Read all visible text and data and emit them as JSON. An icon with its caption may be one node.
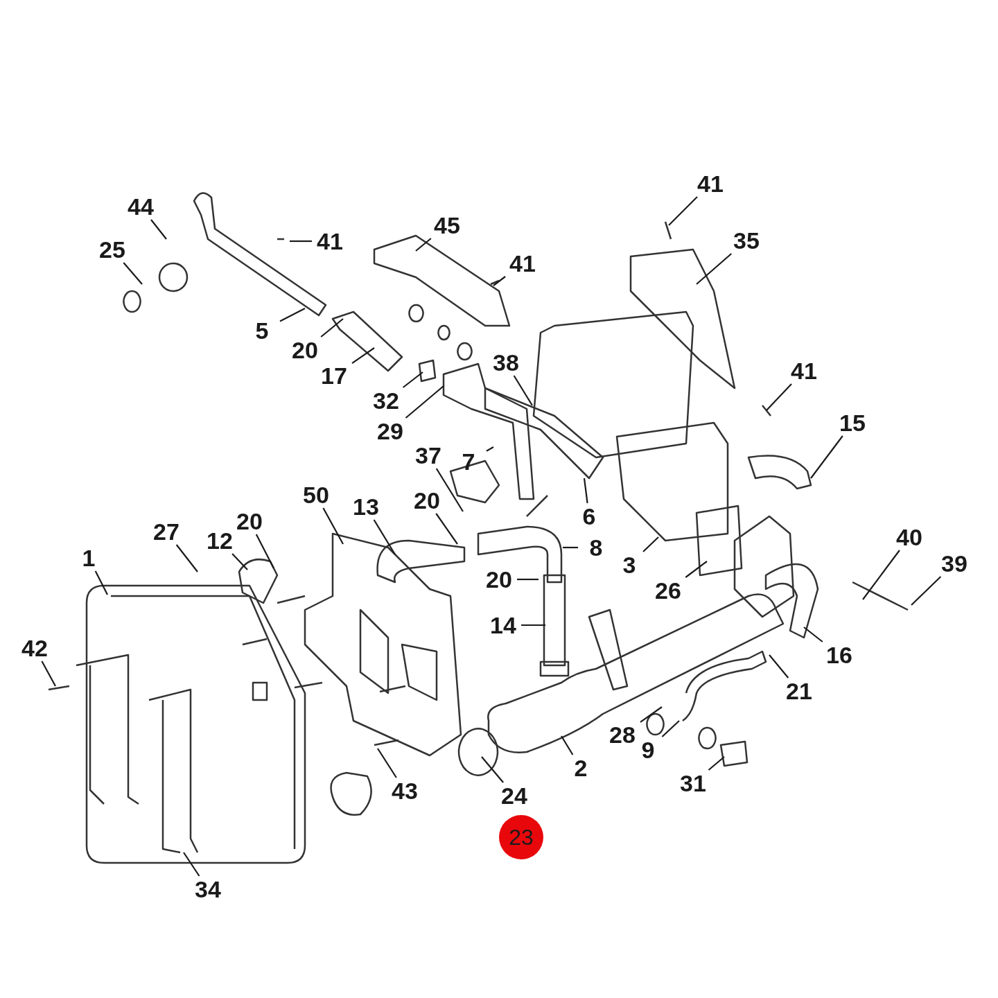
{
  "diagram": {
    "nodes": [
      {
        "text": [
          "41"
        ]
      },
      {
        "text": [
          "44"
        ]
      },
      {
        "text": [
          "45"
        ]
      },
      {
        "text": [
          "41"
        ]
      },
      {
        "text": [
          "35"
        ]
      },
      {
        "text": [
          "25"
        ]
      },
      {
        "text": [
          "41"
        ]
      },
      {
        "text": [
          "5"
        ]
      },
      {
        "text": [
          "20"
        ]
      },
      {
        "text": [
          "38"
        ]
      },
      {
        "text": [
          "41"
        ]
      },
      {
        "text": [
          "17"
        ]
      },
      {
        "text": [
          "32"
        ]
      },
      {
        "text": [
          "15"
        ]
      },
      {
        "text": [
          "29"
        ]
      },
      {
        "text": [
          "37"
        ]
      },
      {
        "text": [
          "7"
        ]
      },
      {
        "text": [
          "50"
        ]
      },
      {
        "text": [
          "20"
        ]
      },
      {
        "text": [
          "13"
        ]
      },
      {
        "text": [
          "6"
        ]
      },
      {
        "text": [
          "20"
        ]
      },
      {
        "text": [
          "27"
        ]
      },
      {
        "text": [
          "40"
        ]
      },
      {
        "text": [
          "12"
        ]
      },
      {
        "text": [
          "8"
        ]
      },
      {
        "text": [
          "1"
        ]
      },
      {
        "text": [
          "3"
        ]
      },
      {
        "text": [
          "39"
        ]
      },
      {
        "text": [
          "20"
        ]
      },
      {
        "text": [
          "26"
        ]
      },
      {
        "text": [
          "14"
        ]
      },
      {
        "text": [
          "42"
        ]
      },
      {
        "text": [
          "16"
        ]
      },
      {
        "text": [
          "21"
        ]
      },
      {
        "text": [
          "28"
        ]
      },
      {
        "text": [
          "9"
        ]
      },
      {
        "text": [
          "2"
        ]
      },
      {
        "text": [
          "31"
        ]
      },
      {
        "text": [
          "43"
        ]
      },
      {
        "text": [
          "24"
        ]
      },
      {
        "text": [
          "23"
        ]
      },
      {
        "text": [
          "34"
        ]
      }
    ],
    "edges": [
      {
        "from": 0,
        "to": null,
        "arrow": "none"
      },
      {
        "from": 1,
        "to": null,
        "arrow": "none"
      },
      {
        "from": 2,
        "to": null,
        "arrow": "none"
      },
      {
        "from": 3,
        "to": null,
        "arrow": "none"
      },
      {
        "from": 4,
        "to": null,
        "arrow": "none"
      },
      {
        "from": 5,
        "to": null,
        "arrow": "none"
      },
      {
        "from": 6,
        "to": null,
        "arrow": "none"
      },
      {
        "from": 7,
        "to": null,
        "arrow": "none"
      },
      {
        "from": 8,
        "to": null,
        "arrow": "none"
      },
      {
        "from": 9,
        "to": null,
        "arrow": "none"
      },
      {
        "from": 10,
        "to": null,
        "arrow": "none"
      },
      {
        "from": 11,
        "to": null,
        "arrow": "none"
      },
      {
        "from": 12,
        "to": null,
        "arrow": "none"
      },
      {
        "from": 13,
        "to": null,
        "arrow": "none"
      },
      {
        "from": 14,
        "to": null,
        "arrow": "none"
      },
      {
        "from": 15,
        "to": null,
        "arrow": "none"
      },
      {
        "from": 16,
        "to": null,
        "arrow": "none"
      },
      {
        "from": 17,
        "to": null,
        "arrow": "none"
      },
      {
        "from": 18,
        "to": null,
        "arrow": "none"
      },
      {
        "from": 19,
        "to": null,
        "arrow": "none"
      },
      {
        "from": 20,
        "to": null,
        "arrow": "none"
      },
      {
        "from": 21,
        "to": null,
        "arrow": "none"
      },
      {
        "from": 22,
        "to": null,
        "arrow": "none"
      },
      {
        "from": 23,
        "to": null,
        "arrow": "none"
      },
      {
        "from": 24,
        "to": null,
        "arrow": "none"
      },
      {
        "from": 25,
        "to": null,
        "arrow": "none"
      },
      {
        "from": 26,
        "to": null,
        "arrow": "none"
      },
      {
        "from": 27,
        "to": null,
        "arrow": "none"
      },
      {
        "from": 28,
        "to": null,
        "arrow": "none"
      },
      {
        "from": 29,
        "to": null,
        "arrow": "none"
      },
      {
        "from": 30,
        "to": null,
        "arrow": "none"
      },
      {
        "from": 31,
        "to": null,
        "arrow": "none"
      },
      {
        "from": 32,
        "to": null,
        "arrow": "none"
      },
      {
        "from": 33,
        "to": null,
        "arrow": "none"
      },
      {
        "from": 34,
        "to": null,
        "arrow": "none"
      },
      {
        "from": 35,
        "to": null,
        "arrow": "none"
      },
      {
        "from": 36,
        "to": null,
        "arrow": "none"
      },
      {
        "from": 37,
        "to": null,
        "arrow": "none"
      },
      {
        "from": 38,
        "to": null,
        "arrow": "none"
      },
      {
        "from": 39,
        "to": null,
        "arrow": "none"
      },
      {
        "from": 40,
        "to": null,
        "arrow": "none"
      },
      {
        "from": 42,
        "to": null,
        "arrow": "none"
      }
    ]
  }
}
